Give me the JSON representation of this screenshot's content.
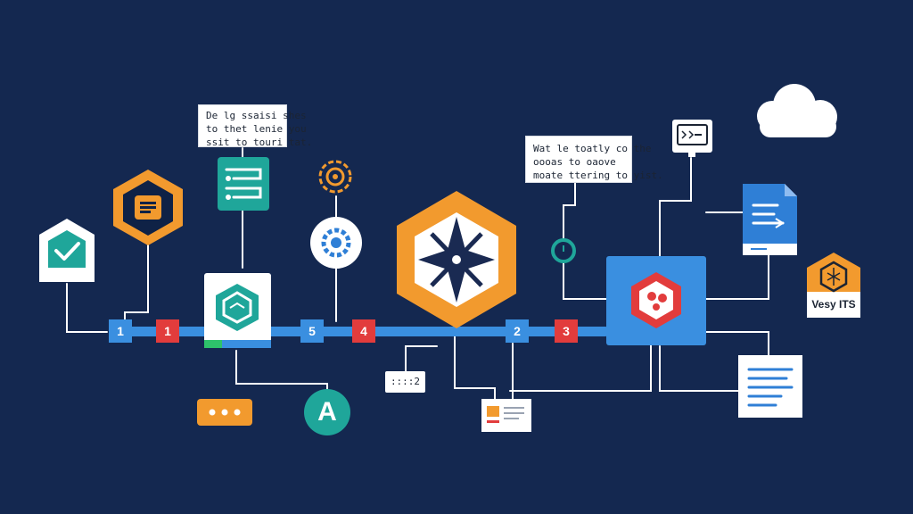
{
  "colors": {
    "background": "#142850",
    "line": "#ffffff",
    "bus": "#3a8fe0",
    "orange": "#f29a2e",
    "teal": "#1fa69a",
    "red": "#e23c3c",
    "blue": "#3a8fe0"
  },
  "notes": {
    "left": [
      "De lg ssaisi shes",
      "to thet lenie you",
      "ssit to touri tat."
    ],
    "center": [
      "Wat le toatly co the",
      "oooas to oaove",
      "moate ttering to yist."
    ]
  },
  "badges": [
    "1",
    "1",
    "5",
    "4",
    "2",
    "3"
  ],
  "labels": {
    "user": "A",
    "mini_window": "::::2",
    "vendor": "Vesy ITS"
  },
  "icons": {
    "start": "checkmark-icon",
    "doc_hex": "document-icon",
    "list_card": "list-icon",
    "gear_small": "gear-icon",
    "gear_circle": "gear-icon",
    "main_hub": "star-icon",
    "timer": "clock-icon",
    "monitor": "monitor-icon",
    "cloud": "cloud-icon",
    "file": "file-icon",
    "vendor": "shield-icon",
    "more": "more-dots-icon"
  }
}
